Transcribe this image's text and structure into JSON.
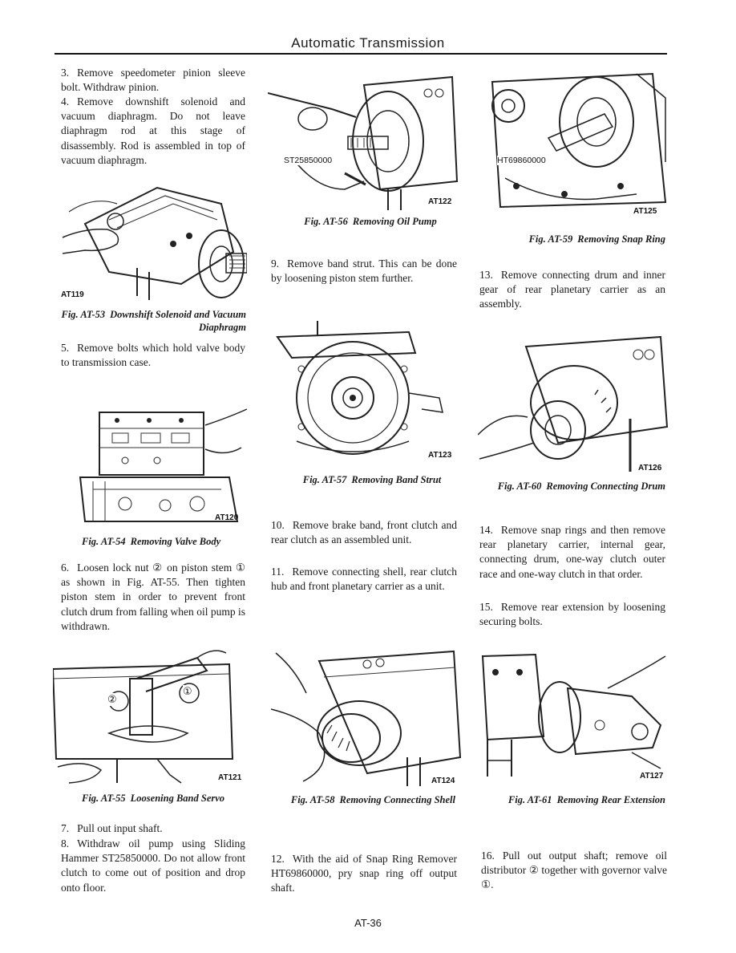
{
  "header": {
    "title": "Automatic Transmission"
  },
  "page_number": "AT-36",
  "column1": {
    "step3": {
      "num": "3.",
      "text": "Remove speedometer pinion sleeve bolt. Withdraw pinion."
    },
    "step4": {
      "num": "4.",
      "text": "Remove downshift solenoid and vacuum diaphragm. Do not leave diaphragm rod at this stage of disassembly. Rod is assembled in top of vacuum diaphragm."
    },
    "fig53": {
      "code": "AT119",
      "caption_fig": "Fig. AT-53",
      "caption_text": "Downshift Solenoid and Vacuum Diaphragm"
    },
    "step5": {
      "num": "5.",
      "text": "Remove bolts which hold valve body to transmission case."
    },
    "fig54": {
      "code": "AT120",
      "caption_fig": "Fig. AT-54",
      "caption_text": "Removing Valve Body"
    },
    "step6": {
      "num": "6.",
      "text": "Loosen lock nut ② on piston stem ① as shown in Fig. AT-55. Then tighten piston stem in order to prevent front clutch drum from falling when oil pump is withdrawn."
    },
    "fig55": {
      "code": "AT121",
      "caption_fig": "Fig. AT-55",
      "caption_text": "Loosening Band Servo",
      "callout1": "①",
      "callout2": "②"
    },
    "step7": {
      "num": "7.",
      "text": "Pull out input shaft."
    },
    "step8": {
      "num": "8.",
      "text": "Withdraw oil pump using Sliding Hammer ST25850000. Do not allow front clutch to come out of position and drop onto floor."
    }
  },
  "column2": {
    "fig56": {
      "code": "AT122",
      "tool": "ST25850000",
      "caption_fig": "Fig. AT-56",
      "caption_text": "Removing Oil Pump"
    },
    "step9": {
      "num": "9.",
      "text": "Remove band strut. This can be done by loosening piston stem further."
    },
    "fig57": {
      "code": "AT123",
      "caption_fig": "Fig. AT-57",
      "caption_text": "Removing Band Strut"
    },
    "step10": {
      "num": "10.",
      "text": "Remove brake band, front clutch and rear clutch as an assembled unit."
    },
    "step11": {
      "num": "11.",
      "text": "Remove connecting shell, rear clutch hub and front planetary carrier as a unit."
    },
    "fig58": {
      "code": "AT124",
      "caption_fig": "Fig. AT-58",
      "caption_text": "Removing Connecting Shell"
    },
    "step12": {
      "num": "12.",
      "text": "With the aid of Snap Ring Remover HT69860000, pry snap ring off output shaft."
    }
  },
  "column3": {
    "fig59": {
      "code": "AT125",
      "tool": "HT69860000",
      "caption_fig": "Fig. AT-59",
      "caption_text": "Removing Snap Ring"
    },
    "step13": {
      "num": "13.",
      "text": "Remove connecting drum and inner gear of rear planetary carrier as an assembly."
    },
    "fig60": {
      "code": "AT126",
      "caption_fig": "Fig. AT-60",
      "caption_text": "Removing Connecting Drum"
    },
    "step14": {
      "num": "14.",
      "text": "Remove snap rings and then remove rear planetary carrier, internal gear, connecting drum, one-way clutch outer race and one-way clutch in that order."
    },
    "step15": {
      "num": "15.",
      "text": "Remove rear extension by loosening securing bolts."
    },
    "fig61": {
      "code": "AT127",
      "caption_fig": "Fig. AT-61",
      "caption_text": "Removing Rear Extension"
    },
    "step16": {
      "num": "16.",
      "text": "Pull out output shaft; remove oil distributor ② together with governor valve ①."
    }
  }
}
